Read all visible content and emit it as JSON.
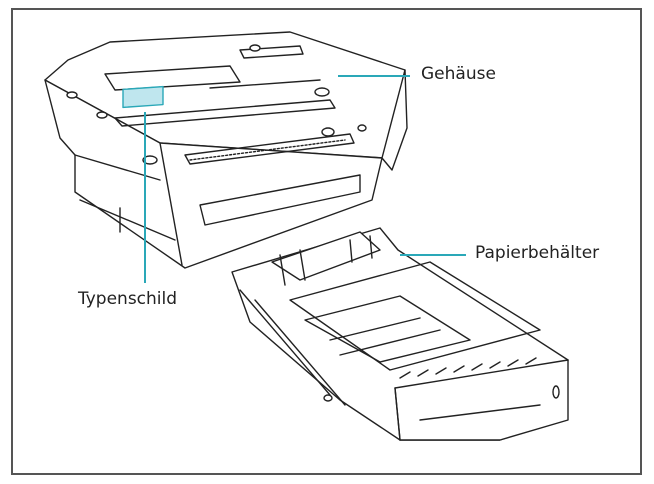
{
  "labels": {
    "housing": "Gehäuse",
    "paper_tray": "Papierbehälter",
    "nameplate": "Typenschild"
  },
  "colors": {
    "callout": "#2aa8b8",
    "outline": "#222222",
    "frame": "#555555",
    "nameplate_fill": "#bfe6ee"
  }
}
